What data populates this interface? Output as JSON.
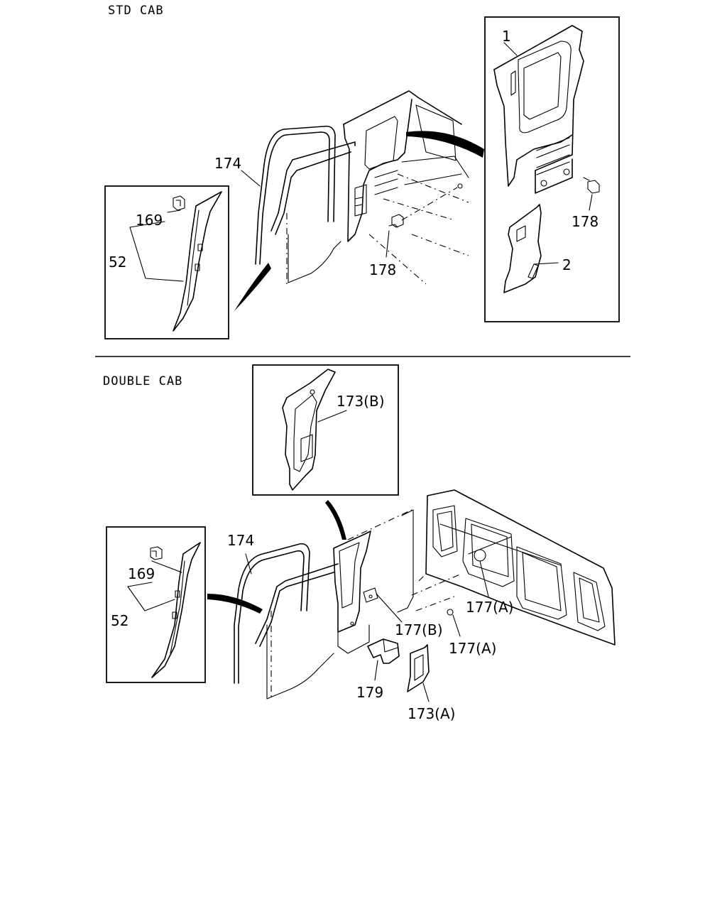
{
  "sections": {
    "std": "STD CAB",
    "double": "DOUBLE CAB"
  },
  "labels": {
    "p1": "1",
    "p2": "2",
    "p52_std": "52",
    "p52_dbl": "52",
    "p169_std": "169",
    "p169_dbl": "169",
    "p174_std": "174",
    "p174_dbl": "174",
    "p178_main": "178",
    "p178_inset": "178",
    "p173a": "173(A)",
    "p173b": "173(B)",
    "p177a_1": "177(A)",
    "p177a_2": "177(A)",
    "p177b": "177(B)",
    "p179": "179"
  }
}
